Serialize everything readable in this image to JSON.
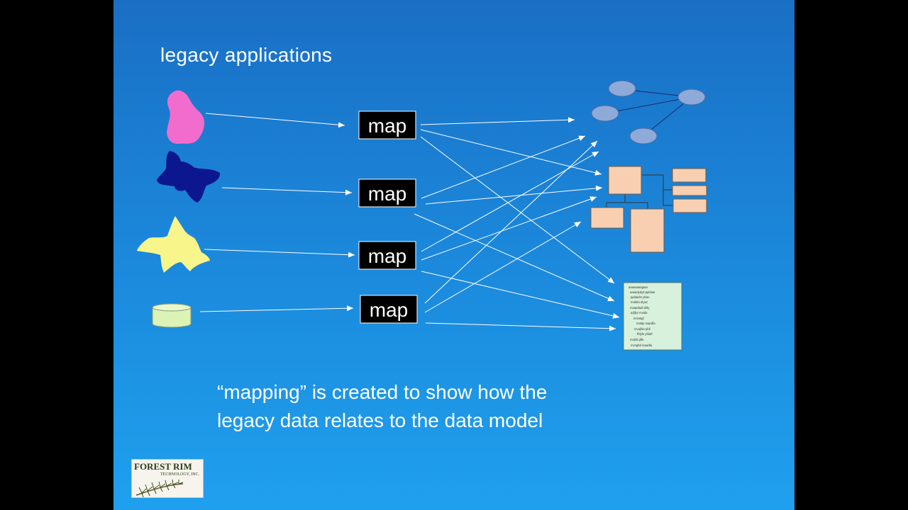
{
  "slide": {
    "title": "legacy applications",
    "map_labels": [
      "map",
      "map",
      "map",
      "map"
    ],
    "caption_lines": [
      "“mapping” is created to show how the",
      "legacy data relates to the data model"
    ],
    "logo": {
      "line1": "FOREST RIM",
      "line2": "TECHNOLOGY, INC."
    },
    "document_text": [
      "aaaaaaaagtaa",
      "aaaadydyd  ppldaia",
      "ppldadm    plrae",
      "mafafa     afyaz",
      "maapdadl   afdy",
      "adjfyz     mvafa",
      "mmvkgf",
      "malap      mapdfa",
      "mvajfda    pfdl",
      "fhfyfa     yfdaft",
      "mvjfaf     gffa",
      "mvngfaf    maadfa"
    ]
  },
  "colors": {
    "background_top": "#1a6fc4",
    "background_bottom": "#1fa0ee",
    "source_pink": "#f26ccd",
    "source_navy": "#0c168f",
    "source_yellow": "#f8f58a",
    "source_database": "#dcf3b6",
    "graph_node": "#8eaad8",
    "entity_box": "#f8cfb0",
    "document": "#d8f1dc"
  }
}
